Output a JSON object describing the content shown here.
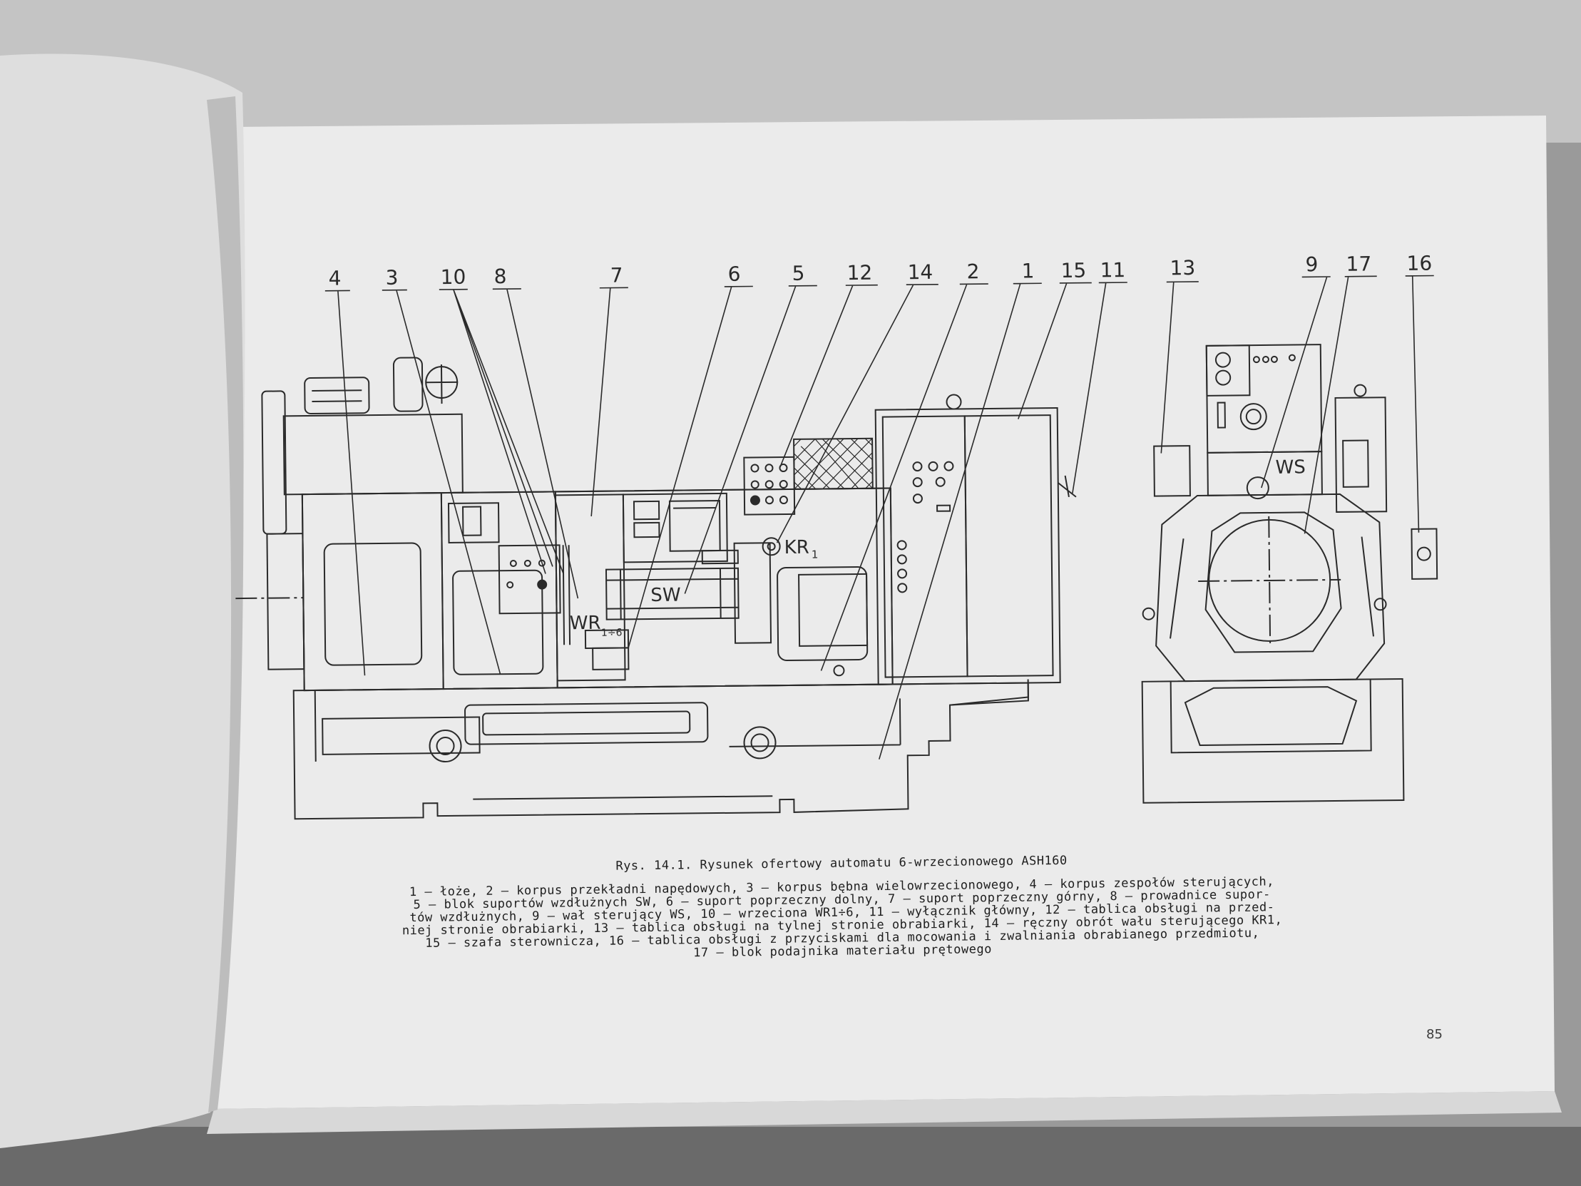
{
  "callout_numbers": [
    "4",
    "3",
    "10",
    "8",
    "7",
    "6",
    "5",
    "12",
    "14",
    "2",
    "1",
    "15",
    "11",
    "13",
    "9",
    "17",
    "16"
  ],
  "drawing_labels": {
    "sw": "SW",
    "wr": "WR",
    "wr_sub": "1÷6",
    "kr": "KR",
    "kr_sub": "1",
    "ws": "WS"
  },
  "caption": {
    "title": "Rys. 14.1. Rysunek ofertowy automatu 6-wrzecionowego ASH160",
    "lines": [
      "1 – łoże, 2 – korpus przekładni napędowych, 3 – korpus bębna wielowrzecionowego, 4 – korpus zespołów sterujących,",
      "5 – blok suportów wzdłużnych SW, 6 – suport poprzeczny dolny, 7 – suport poprzeczny górny, 8 – prowadnice supor-",
      "tów wzdłużnych, 9 – wał sterujący WS, 10 – wrzeciona WR1÷6, 11 – wyłącznik główny, 12 – tablica obsługi na przed-",
      "niej stronie obrabiarki, 13 – tablica obsługi na tylnej stronie obrabiarki, 14 – ręczny obrót wału sterującego KR1,",
      "15 – szafa sterownicza, 16 – tablica obsługi z przyciskami dla mocowania i zwalniania obrabianego przedmiotu,",
      "17 – blok podajnika materiału prętowego"
    ]
  },
  "page_number": "85"
}
